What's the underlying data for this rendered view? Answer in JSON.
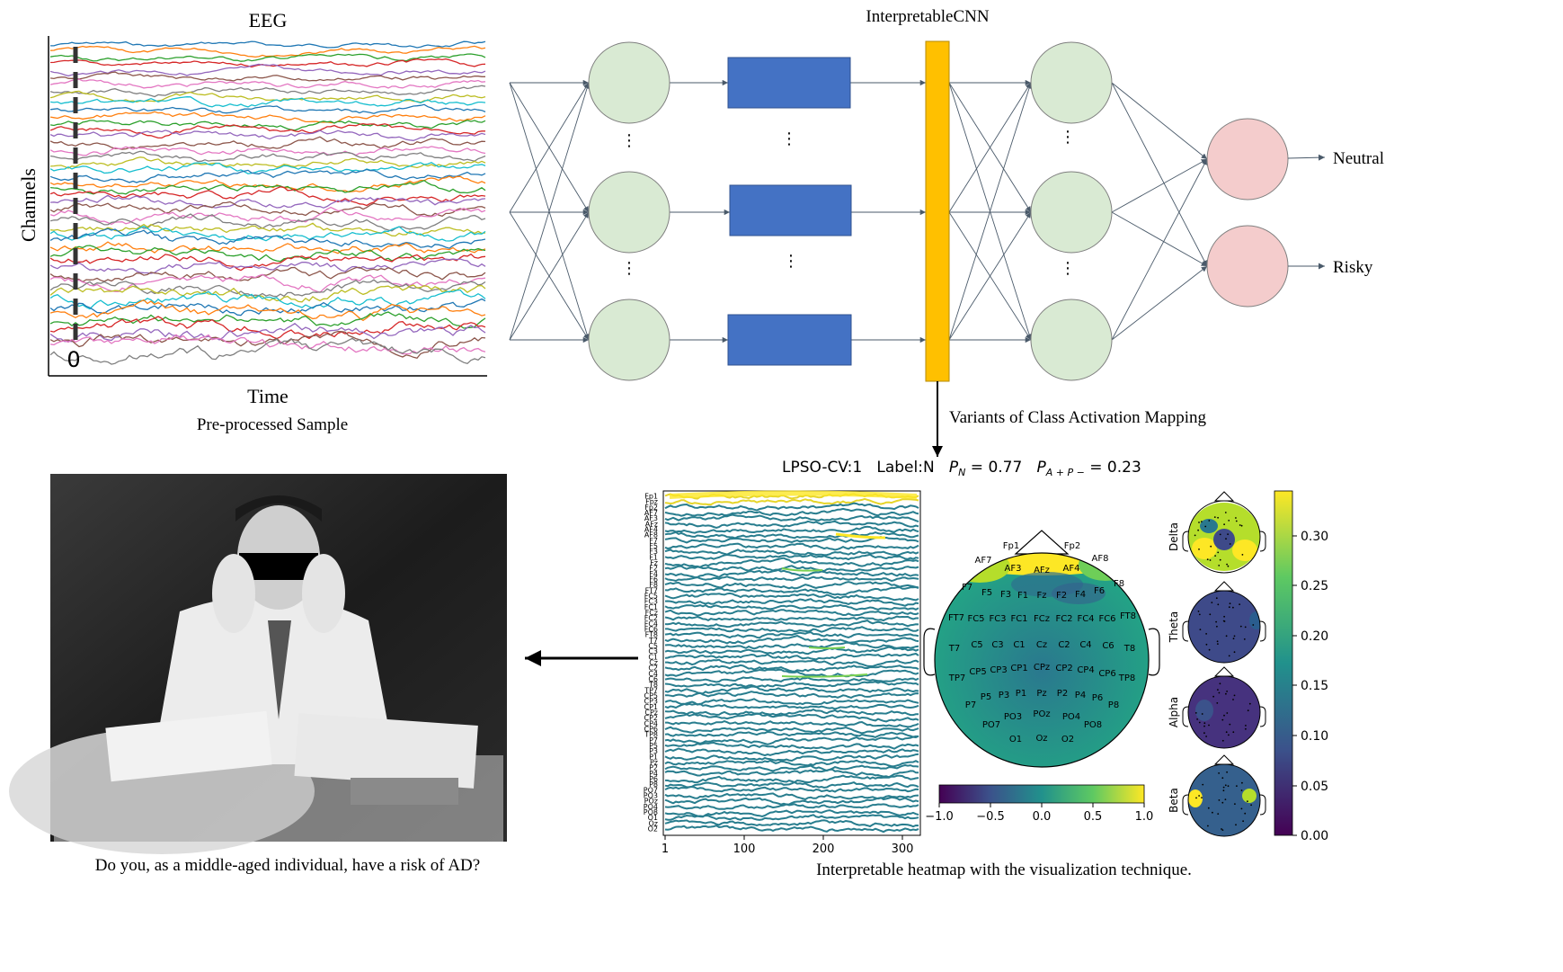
{
  "eeg_panel": {
    "title": "EEG",
    "y_label": "Channels",
    "x_label": "Time",
    "zero_label": "0",
    "caption": "Pre-processed Sample"
  },
  "network": {
    "title": "InterpretableCNN",
    "cam_label": "Variants of Class Activation Mapping",
    "dots": "⋮",
    "outputs": [
      "Neutral",
      "Risky"
    ],
    "colors": {
      "node": "#d9ead3",
      "node_stroke": "#7f7f7f",
      "conv": "#4472c4",
      "bar": "#ffc000",
      "output": "#f4cccc",
      "line": "#4a5a6a"
    }
  },
  "heatmap_header": {
    "prefix": "LPSO-CV:1   Label:N   ",
    "pn_symbol": "P",
    "pn_sub": "N",
    "pn_value": " = 0.77   ",
    "pap_symbol": "P",
    "pap_sub": "A + P −",
    "pap_value": " = 0.23"
  },
  "channel_heatmap": {
    "channels": [
      "Fp1",
      "Fpz",
      "Fp2",
      "AF7",
      "AF3",
      "AFz",
      "AF4",
      "AF8",
      "F7",
      "F5",
      "F3",
      "F1",
      "Fz",
      "F2",
      "F4",
      "F6",
      "F8",
      "FT7",
      "FC5",
      "FC3",
      "FC1",
      "FCz",
      "FC2",
      "FC4",
      "FC6",
      "FT8",
      "T7",
      "C5",
      "C3",
      "C1",
      "Cz",
      "C2",
      "C4",
      "C6",
      "T8",
      "TP7",
      "CP5",
      "CP3",
      "CP1",
      "CPz",
      "CP2",
      "CP4",
      "CP6",
      "TP8",
      "P7",
      "P5",
      "P3",
      "P1",
      "Pz",
      "P2",
      "P4",
      "P6",
      "P8",
      "PO7",
      "PO3",
      "POz",
      "PO4",
      "PO8",
      "O1",
      "Oz",
      "O2"
    ],
    "x_ticks": [
      "1",
      "100",
      "200",
      "300"
    ]
  },
  "topomap": {
    "electrodes": [
      "Fp1",
      "Fp2",
      "AF7",
      "AF3",
      "AFz",
      "AF4",
      "AF8",
      "F7",
      "F5",
      "F3",
      "F1",
      "Fz",
      "F2",
      "F4",
      "F6",
      "F8",
      "FT7",
      "FC5",
      "FC3",
      "FC1",
      "FCz",
      "FC2",
      "FC4",
      "FC6",
      "FT8",
      "T7",
      "C5",
      "C3",
      "C1",
      "Cz",
      "C2",
      "C4",
      "C6",
      "T8",
      "TP7",
      "CP5",
      "CP3",
      "CP1",
      "CPz",
      "CP2",
      "CP4",
      "CP6",
      "TP8",
      "P7",
      "P5",
      "P3",
      "P1",
      "Pz",
      "P2",
      "P4",
      "P6",
      "P8",
      "PO7",
      "PO3",
      "POz",
      "PO4",
      "PO8",
      "O1",
      "Oz",
      "O2"
    ],
    "colorbar_ticks": [
      "−1.0",
      "−0.5",
      "0.0",
      "0.5",
      "1.0"
    ]
  },
  "bands": {
    "names": [
      "Delta",
      "Theta",
      "Alpha",
      "Beta"
    ],
    "colorbar_ticks": [
      "0.30",
      "0.25",
      "0.20",
      "0.15",
      "0.10",
      "0.05",
      "0.00"
    ]
  },
  "photo": {
    "caption": "Do you, as a middle-aged individual, have a risk of AD?"
  },
  "heatmap_caption": "Interpretable heatmap with the visualization technique."
}
